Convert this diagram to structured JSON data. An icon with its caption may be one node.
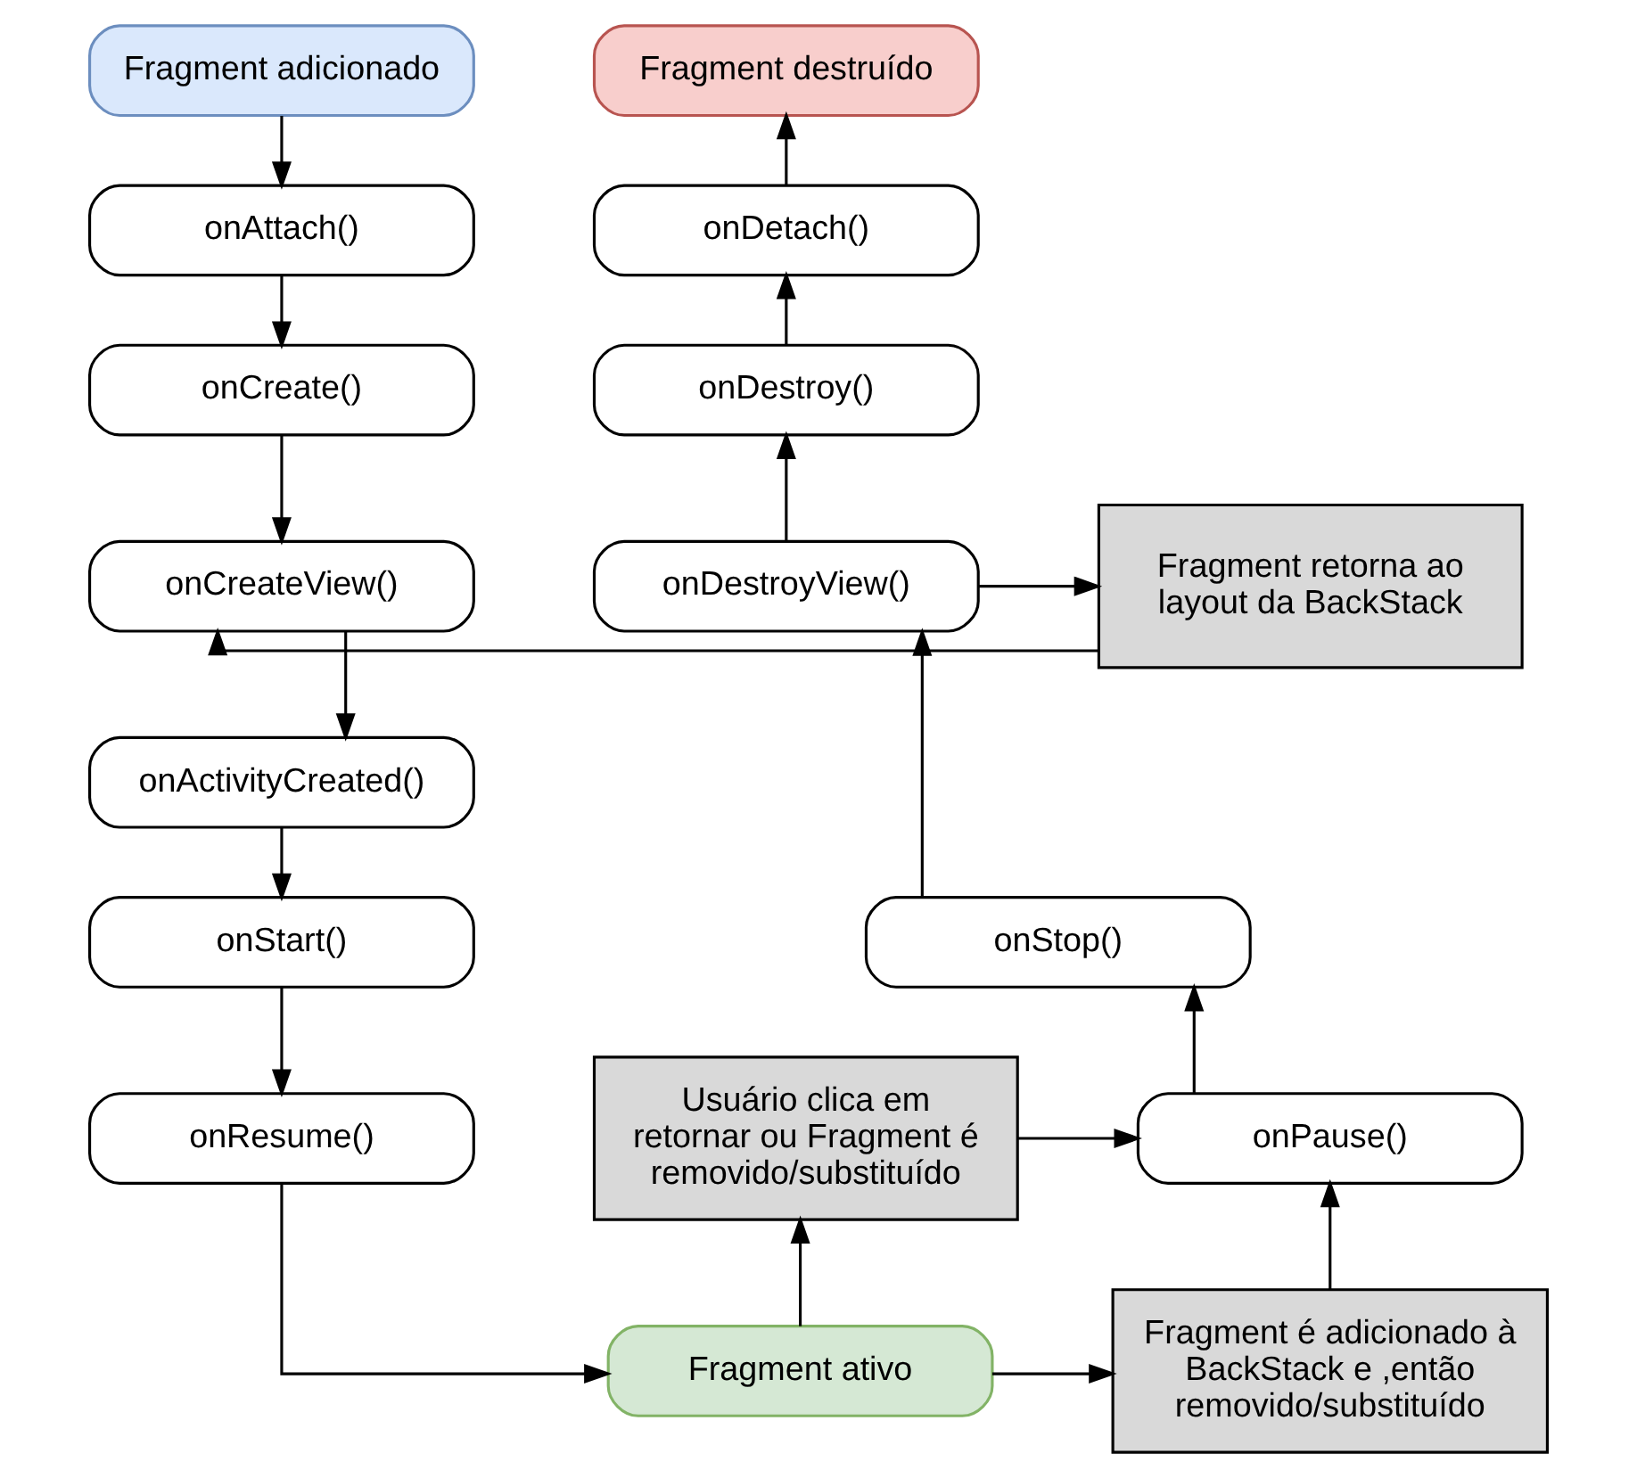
{
  "diagram": {
    "nodes": [
      {
        "text": [
          "Fragment adicionado"
        ]
      },
      {
        "text": [
          "onAttach()"
        ]
      },
      {
        "text": [
          "onCreate()"
        ]
      },
      {
        "text": [
          "onCreateView()"
        ]
      },
      {
        "text": [
          "onActivityCreated()"
        ]
      },
      {
        "text": [
          "onStart()"
        ]
      },
      {
        "text": [
          "onResume()"
        ]
      },
      {
        "text": [
          "Fragment ativo"
        ]
      },
      {
        "text": [
          "Fragment destruído"
        ]
      },
      {
        "text": [
          "onDetach()"
        ]
      },
      {
        "text": [
          "onDestroy()"
        ]
      },
      {
        "text": [
          "Fragment retorna ao layout da BackStack"
        ]
      },
      {
        "text": [
          "onDestroyView()"
        ]
      },
      {
        "text": [
          "onStop()"
        ]
      },
      {
        "text": [
          "Usuário clica em retornar ou Fragment é removido/substituído"
        ]
      },
      {
        "text": [
          "onPause()"
        ]
      },
      {
        "text": [
          "Fragment é adicionado à BackStack e ,então removido/substituído"
        ]
      }
    ],
    "edges": [
      {
        "from": 0,
        "to": 1,
        "arrow": "to"
      },
      {
        "from": 1,
        "to": 2,
        "arrow": "to"
      },
      {
        "from": 2,
        "to": 3,
        "arrow": "to"
      },
      {
        "from": 3,
        "to": 4,
        "arrow": "to"
      },
      {
        "from": 4,
        "to": 5,
        "arrow": "to"
      },
      {
        "from": 5,
        "to": 6,
        "arrow": "to"
      },
      {
        "from": 6,
        "to": 7,
        "arrow": "to"
      },
      {
        "from": 7,
        "to": 14,
        "arrow": "to"
      },
      {
        "from": 7,
        "to": 16,
        "arrow": "to"
      },
      {
        "from": 14,
        "to": 15,
        "arrow": "to"
      },
      {
        "from": 16,
        "to": 15,
        "arrow": "to"
      },
      {
        "from": 15,
        "to": 13,
        "arrow": "to"
      },
      {
        "from": 13,
        "to": 12,
        "arrow": "to"
      },
      {
        "from": 12,
        "to": 10,
        "arrow": "to"
      },
      {
        "from": 10,
        "to": 9,
        "arrow": "to"
      },
      {
        "from": 9,
        "to": 8,
        "arrow": "to"
      },
      {
        "from": 12,
        "to": 11,
        "arrow": "to"
      },
      {
        "from": 11,
        "to": 3,
        "arrow": "to"
      }
    ]
  }
}
